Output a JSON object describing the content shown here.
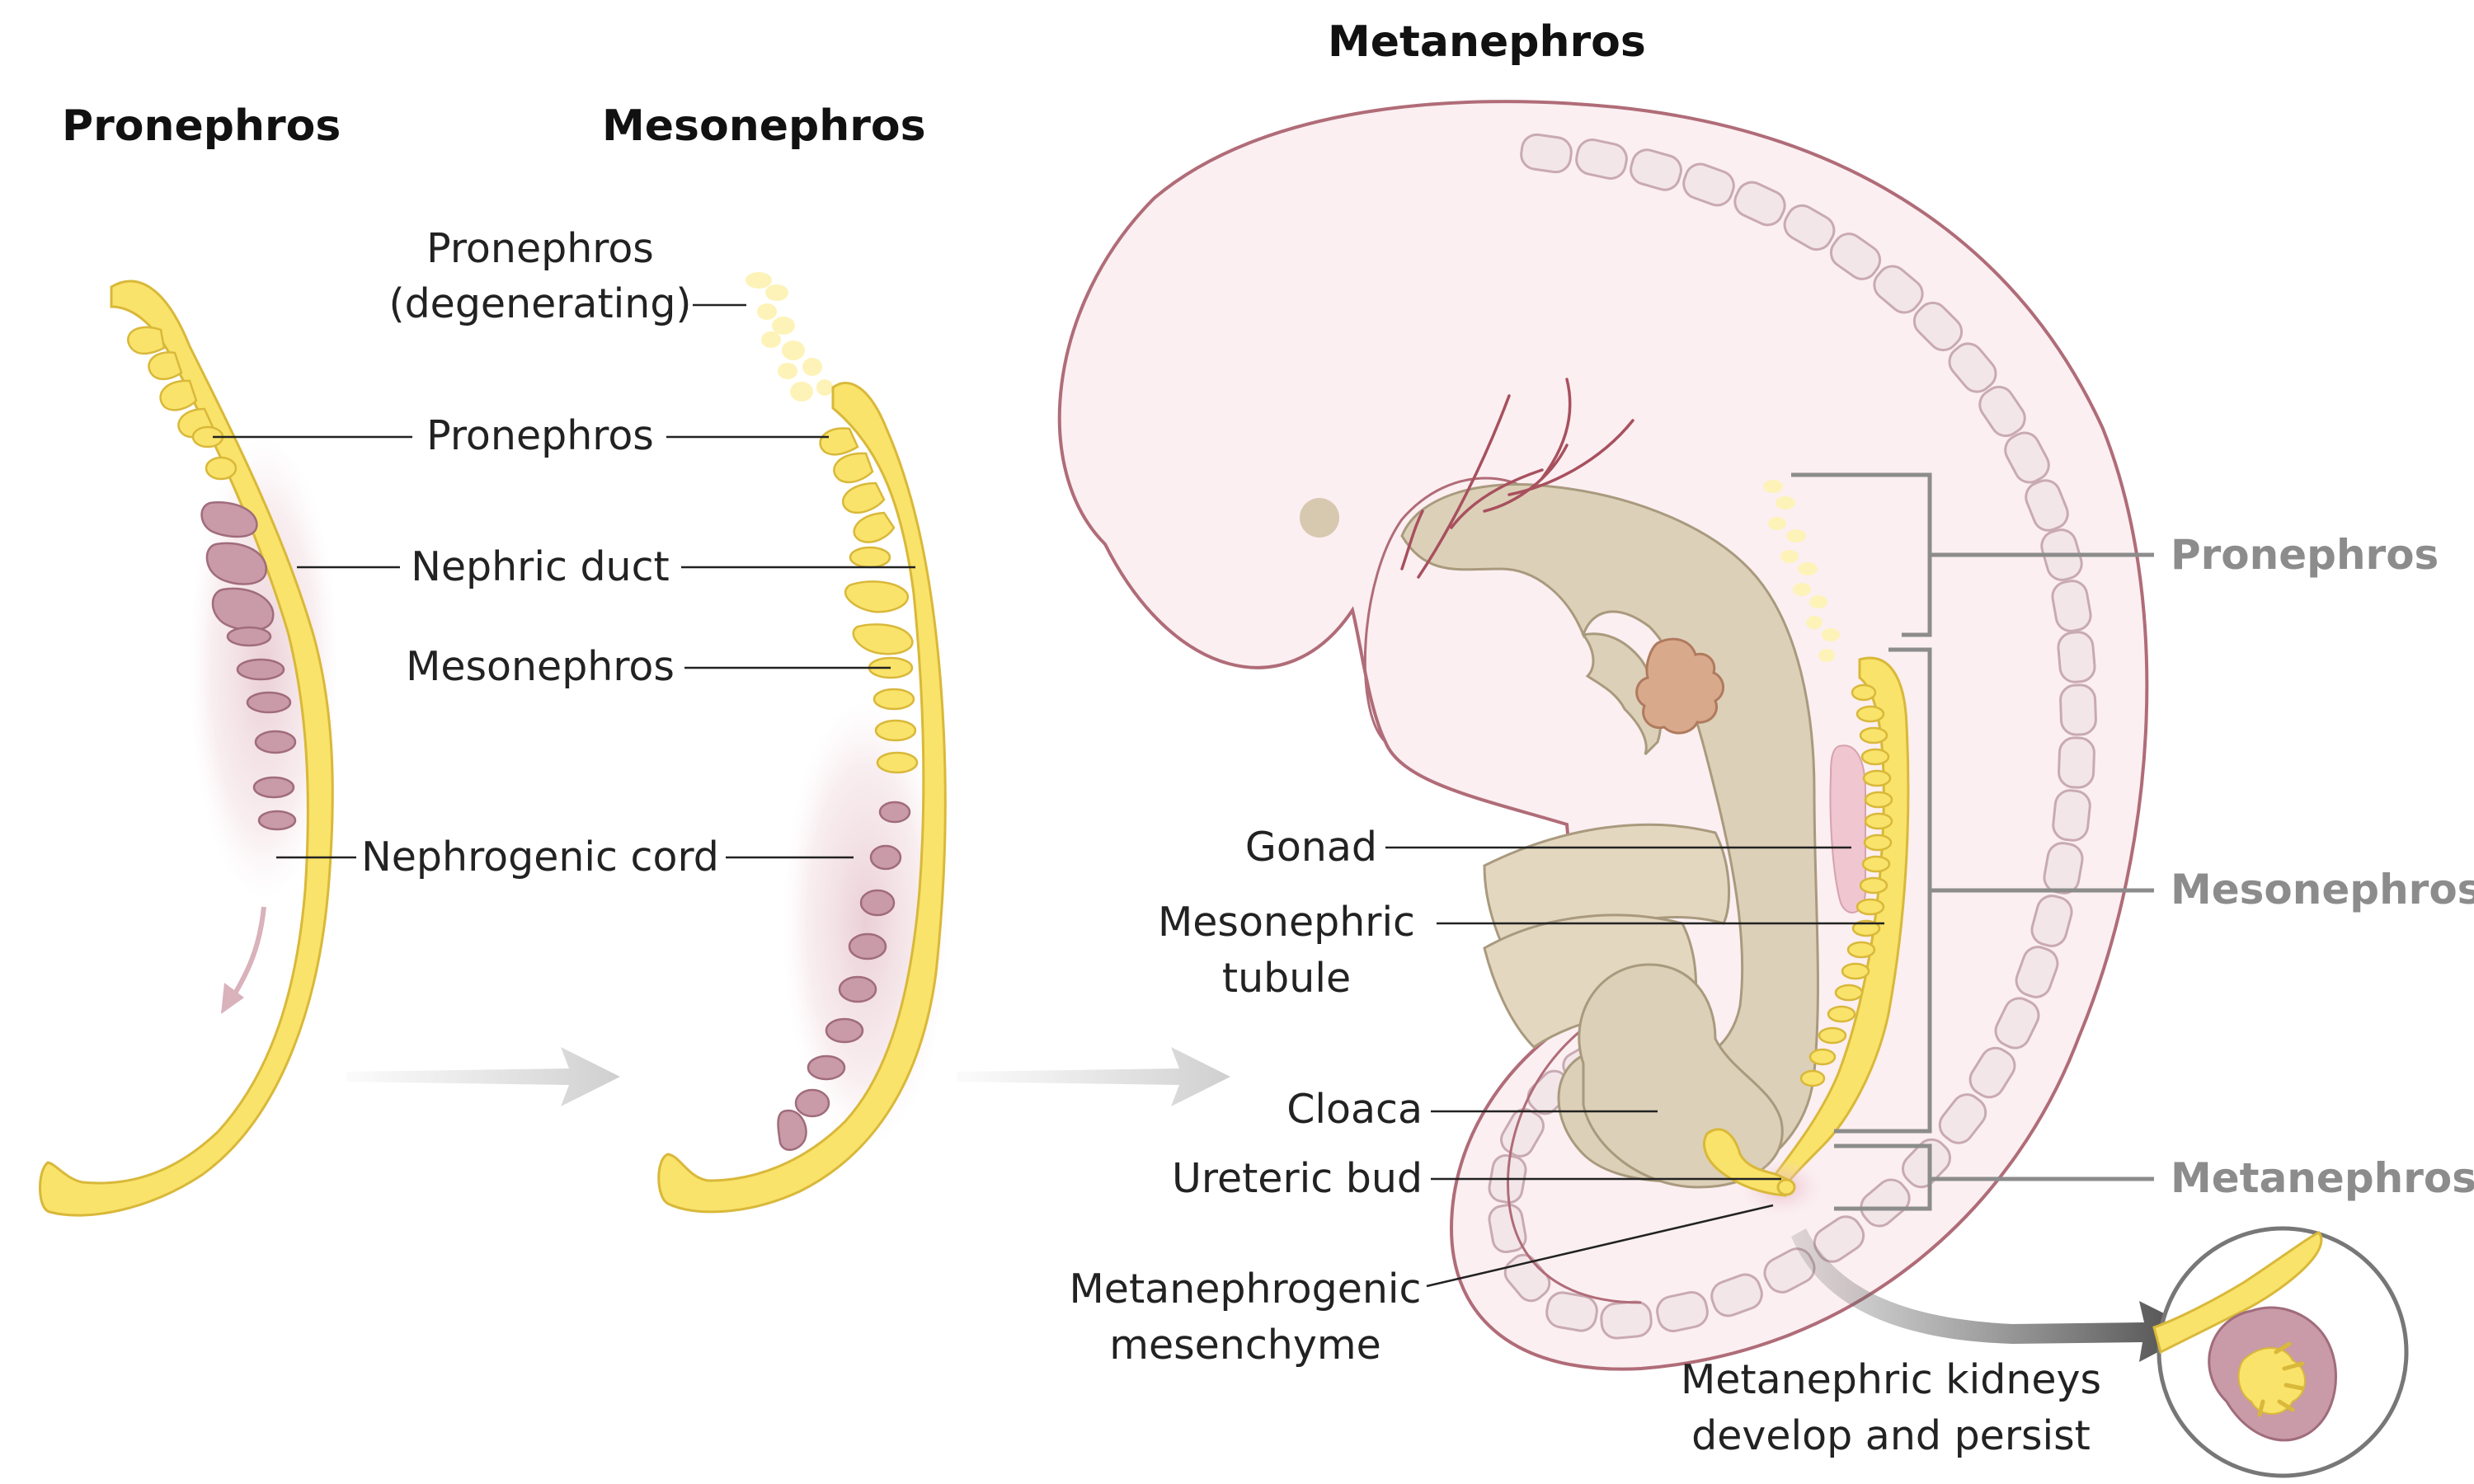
{
  "headings": {
    "pronephros": "Pronephros",
    "mesonephros": "Mesonephros",
    "metanephros": "Metanephros"
  },
  "labels": {
    "pronephros_degenerating_1": "Pronephros",
    "pronephros_degenerating_2": "(degenerating)",
    "pronephros": "Pronephros",
    "nephric_duct": "Nephric duct",
    "mesonephros": "Mesonephros",
    "nephrogenic_cord": "Nephrogenic cord",
    "gonad": "Gonad",
    "mesonephric_tubule_1": "Mesonephric",
    "mesonephric_tubule_2": "tubule",
    "cloaca": "Cloaca",
    "ureteric_bud": "Ureteric bud",
    "metanephrogenic_mesenchyme_1": "Metanephrogenic",
    "metanephrogenic_mesenchyme_2": "mesenchyme",
    "metanephric_kidneys_1": "Metanephric kidneys",
    "metanephric_kidneys_2": "develop and persist"
  },
  "side_labels": {
    "pronephros": "Pronephros",
    "mesonephros": "Mesonephros",
    "metanephros": "Metanephros"
  },
  "colors": {
    "duct_yellow": "#f9e36a",
    "nephron_mauve": "#c99aa7",
    "embryo_pink": "#fbeff1",
    "embryo_outline": "#b06c78",
    "gut_tan": "#dcd0b8",
    "bracket_gray": "#8c8c8c"
  },
  "icons": {
    "stage_arrow": "right-arrow-icon",
    "growth_arrow": "curved-down-arrow-icon",
    "kidney_arrow": "curved-right-arrow-icon"
  }
}
